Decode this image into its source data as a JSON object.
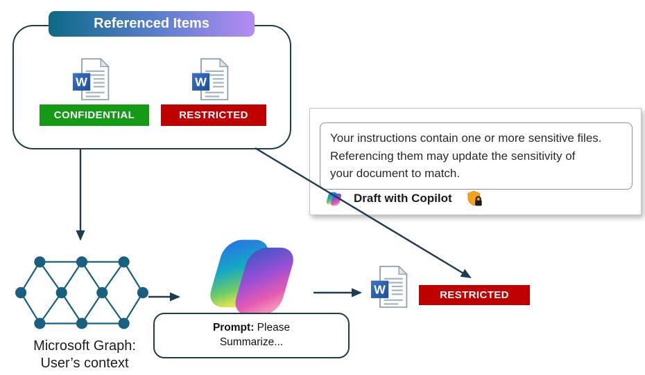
{
  "referenced_items": {
    "title": "Referenced Items",
    "badges": [
      {
        "label": "CONFIDENTIAL",
        "color": "#149a14"
      },
      {
        "label": "RESTRICTED",
        "color": "#c00000"
      }
    ]
  },
  "tooltip": {
    "lines": [
      "Your instructions contain one or more sensitive files.",
      "Referencing them may update the sensitivity of",
      "your document to match."
    ],
    "action_label": "Draft with Copilot"
  },
  "graph_label": {
    "line1": "Microsoft Graph:",
    "line2": "User’s context"
  },
  "prompt_bubble": {
    "label": "Prompt:",
    "text": " Please",
    "line2": "Summarize..."
  },
  "output": {
    "label": "RESTRICTED",
    "color": "#c00000"
  },
  "icons": {
    "word_letter": "W",
    "word_icon_name": "word-document-icon",
    "copilot_icon_name": "copilot-logo-icon",
    "shield_icon_name": "sensitivity-shield-lock-icon",
    "graph_icon_name": "microsoft-graph-network-icon"
  },
  "colors": {
    "header_gradient_start": "#0d6a86",
    "header_gradient_end": "#b48cf2",
    "box_border": "#1e3c50",
    "arrow": "#1e3c50",
    "confidential_green": "#149a14",
    "restricted_red": "#c00000",
    "word_blue": "#1d4d95",
    "shield_orange": "#f6a21d"
  }
}
